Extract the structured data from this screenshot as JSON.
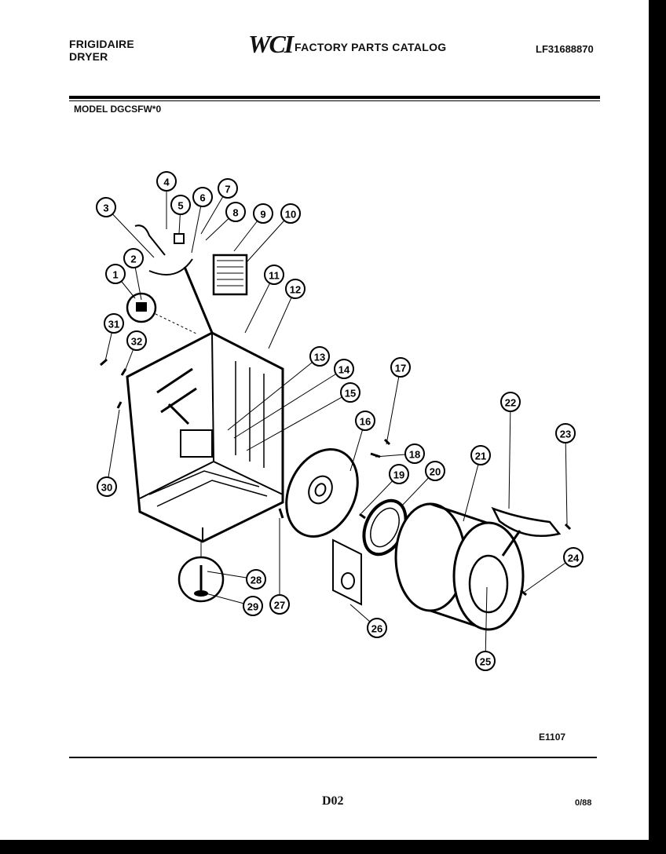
{
  "header": {
    "brand_line1": "FRIGIDAIRE",
    "brand_line2": "DRYER",
    "logo": "WCI",
    "catalog_title": "FACTORY PARTS CATALOG",
    "part_number": "LF31688870",
    "model": "MODEL DGCSFW*0"
  },
  "footer": {
    "diagram_code": "E1107",
    "page": "D02",
    "date": "0/88"
  },
  "callouts": [
    "1",
    "2",
    "3",
    "4",
    "5",
    "6",
    "7",
    "8",
    "9",
    "10",
    "11",
    "12",
    "13",
    "14",
    "15",
    "16",
    "17",
    "18",
    "19",
    "20",
    "21",
    "22",
    "23",
    "24",
    "25",
    "26",
    "27",
    "28",
    "29",
    "30",
    "31",
    "32"
  ]
}
